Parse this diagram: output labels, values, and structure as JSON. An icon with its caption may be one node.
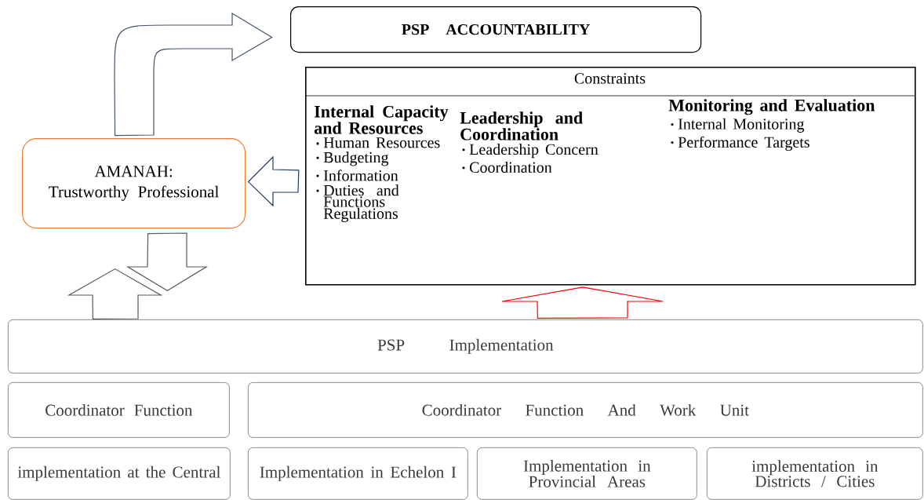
{
  "diagram": {
    "nodes": [
      {
        "text": [
          "PSP ACCOUNTABILITY"
        ]
      },
      {
        "text": [
          "Constraints",
          "Internal Capacity and Resources",
          "Human Resources",
          "Budgeting",
          "Information",
          "Duties and Functions Regulations",
          "Leadership and Coordination",
          "Leadership Concern",
          "Coordination",
          "Monitoring and Evaluation",
          "Internal Monitoring",
          "Performance Targets"
        ]
      },
      {
        "text": [
          "AMANAH:",
          "Trustworthy Professional"
        ]
      },
      {
        "text": [
          "PSP Implementation"
        ]
      },
      {
        "text": [
          "Coordinator Function"
        ]
      },
      {
        "text": [
          "Coordinator Function And Work Unit"
        ]
      },
      {
        "text": [
          "implementation at the Central"
        ]
      },
      {
        "text": [
          "Implementation in Echelon I"
        ]
      },
      {
        "text": [
          "Implementation in Provincial Areas"
        ]
      },
      {
        "text": [
          "implementation in Districts / Cities"
        ]
      }
    ],
    "edges": [
      {
        "from": 2,
        "to": 0,
        "arrow": "to",
        "color": "#44546a"
      },
      {
        "from": 1,
        "to": 2,
        "arrow": "to",
        "color": "#1f3864"
      },
      {
        "from": 2,
        "to": 3,
        "arrow": "to"
      },
      {
        "from": 3,
        "to": 2,
        "arrow": "to"
      },
      {
        "from": 3,
        "to": 1,
        "arrow": "to",
        "color": "#ff0000"
      }
    ]
  }
}
